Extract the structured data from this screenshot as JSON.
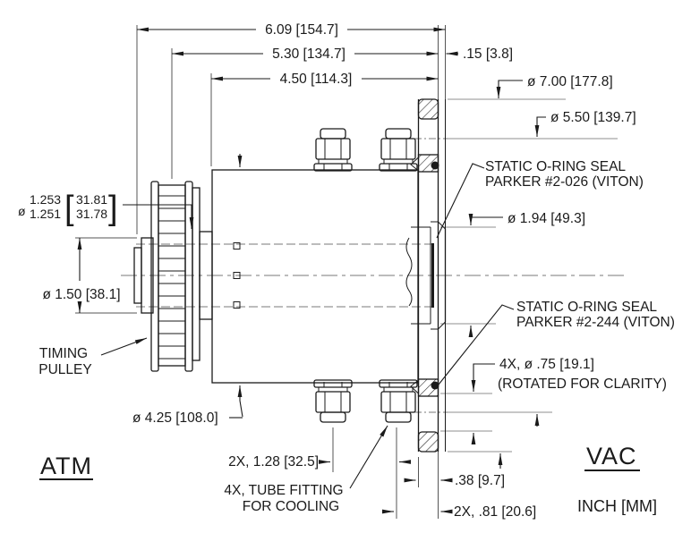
{
  "drawing": {
    "side_labels": {
      "left": "ATM",
      "right": "VAC",
      "units_note": "INCH [MM]"
    },
    "dimensions": {
      "overall_length": "6.09 [154.7]",
      "pulley_to_flange_face": "5.30 [134.7]",
      "body_length": "4.50 [114.3]",
      "boss_protrusion": ".15 [3.8]",
      "flange_od": "ø 7.00 [177.8]",
      "bolt_circle_dia": "ø 5.50 [139.7]",
      "seal_bore_dia": "ø 1.94 [49.3]",
      "shaft_fit": {
        "dia_symbol": "ø",
        "upper_in": "1.253",
        "lower_in": "1.251",
        "bracket_open": "[",
        "upper_mm": "31.81",
        "lower_mm": "31.78",
        "bracket_close": "]"
      },
      "shaft_dia": "ø 1.50 [38.1]",
      "body_od": "ø 4.25 [108.0]",
      "fitting_spacing": "2X, 1.28 [32.5]",
      "flange_thickness": ".38 [9.7]",
      "fitting_to_face": "2X, .81 [20.6]",
      "bolt_holes_line1": "4X, ø .75 [19.1]",
      "bolt_holes_line2": "(ROTATED FOR CLARITY)"
    },
    "callouts": {
      "oring_top_line1": "STATIC O-RING SEAL",
      "oring_top_line2": "PARKER #2-026 (VITON)",
      "oring_bottom_line1": "STATIC O-RING SEAL",
      "oring_bottom_line2": "PARKER #2-244 (VITON)",
      "timing_pulley_line1": "TIMING",
      "timing_pulley_line2": "PULLEY",
      "tube_fitting_line1": "4X, TUBE FITTING",
      "tube_fitting_line2": "FOR COOLING"
    },
    "colors": {
      "line": "#1a1a1a",
      "extension_line": "#8f8f8f",
      "background": "#ffffff"
    }
  }
}
